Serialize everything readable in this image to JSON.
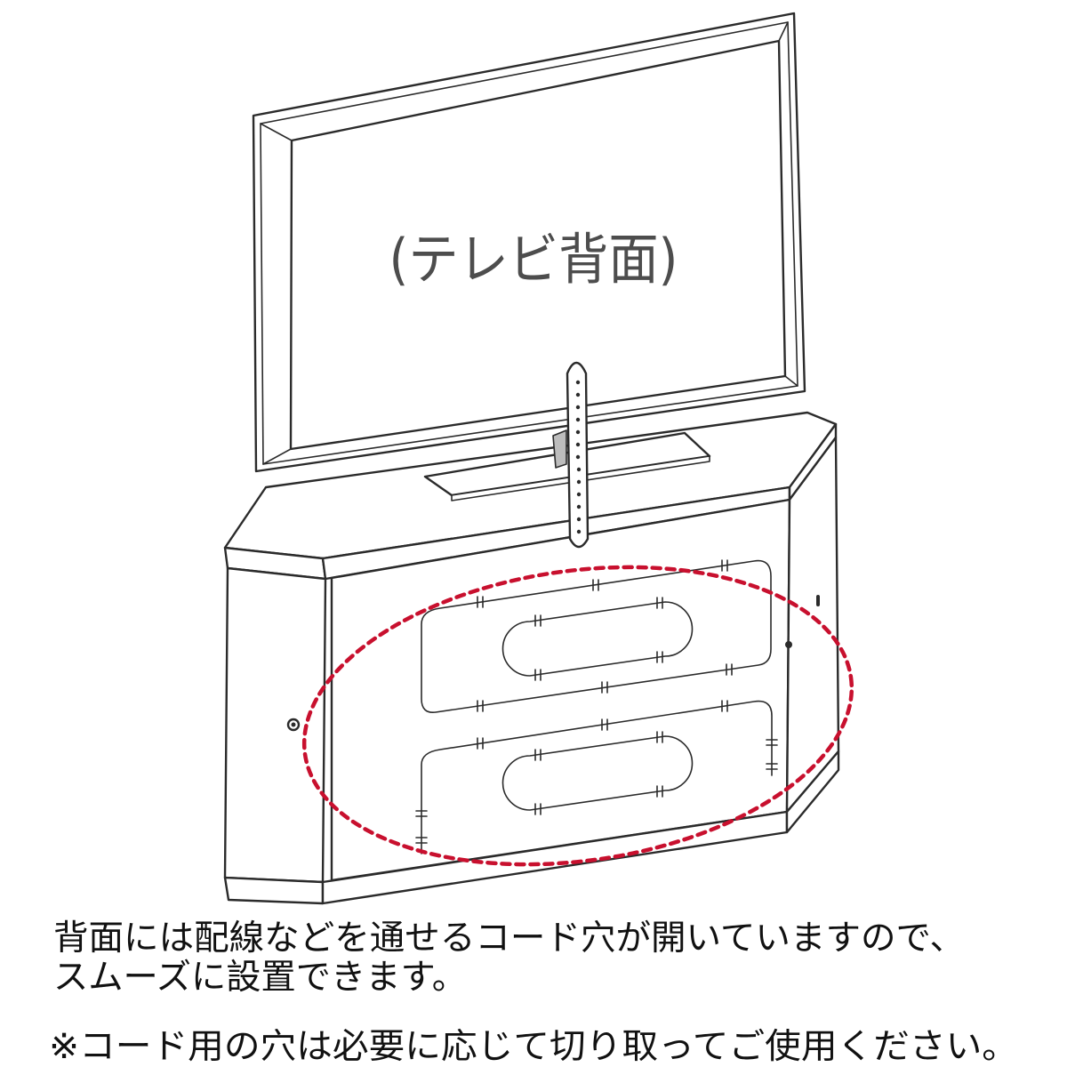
{
  "tv": {
    "label": "(テレビ背面)"
  },
  "caption": {
    "line1": "背面には配線などを通せるコード穴が開いていますので、",
    "line2": "スムーズに設置できます。",
    "note": "※コード用の穴は必要に応じて切り取ってご使用ください。"
  },
  "colors": {
    "background": "#ffffff",
    "line": "#2b2b2b",
    "label": "#4d4d4d",
    "text": "#111111",
    "highlight": "#c8102e"
  }
}
